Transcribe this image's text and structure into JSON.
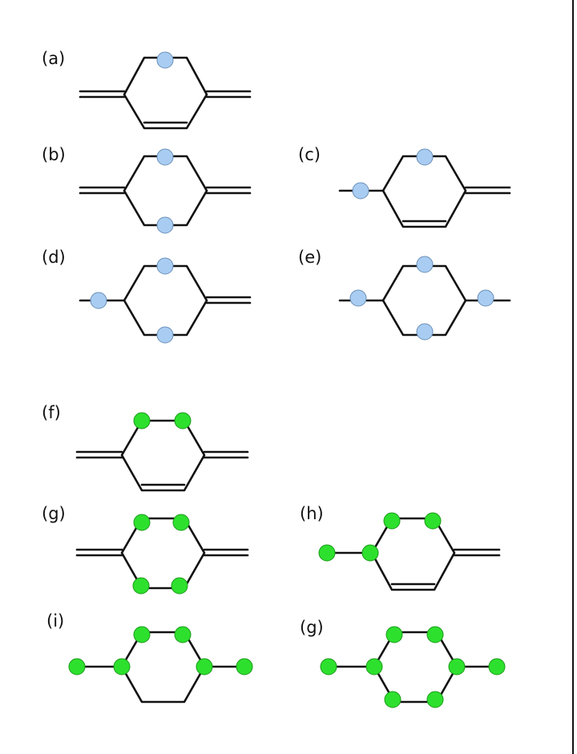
{
  "diagram": {
    "labels": {
      "a": "(a)",
      "b": "(b)",
      "c": "(c)",
      "d": "(d)",
      "e": "(e)",
      "f": "(f)",
      "g": "(g)",
      "h": "(h)",
      "i": "(i)",
      "g2": "(g)"
    },
    "colors": {
      "blue_dot": "#a9cdf2",
      "green_dot": "#2ee02e",
      "bond": "#111111"
    }
  }
}
